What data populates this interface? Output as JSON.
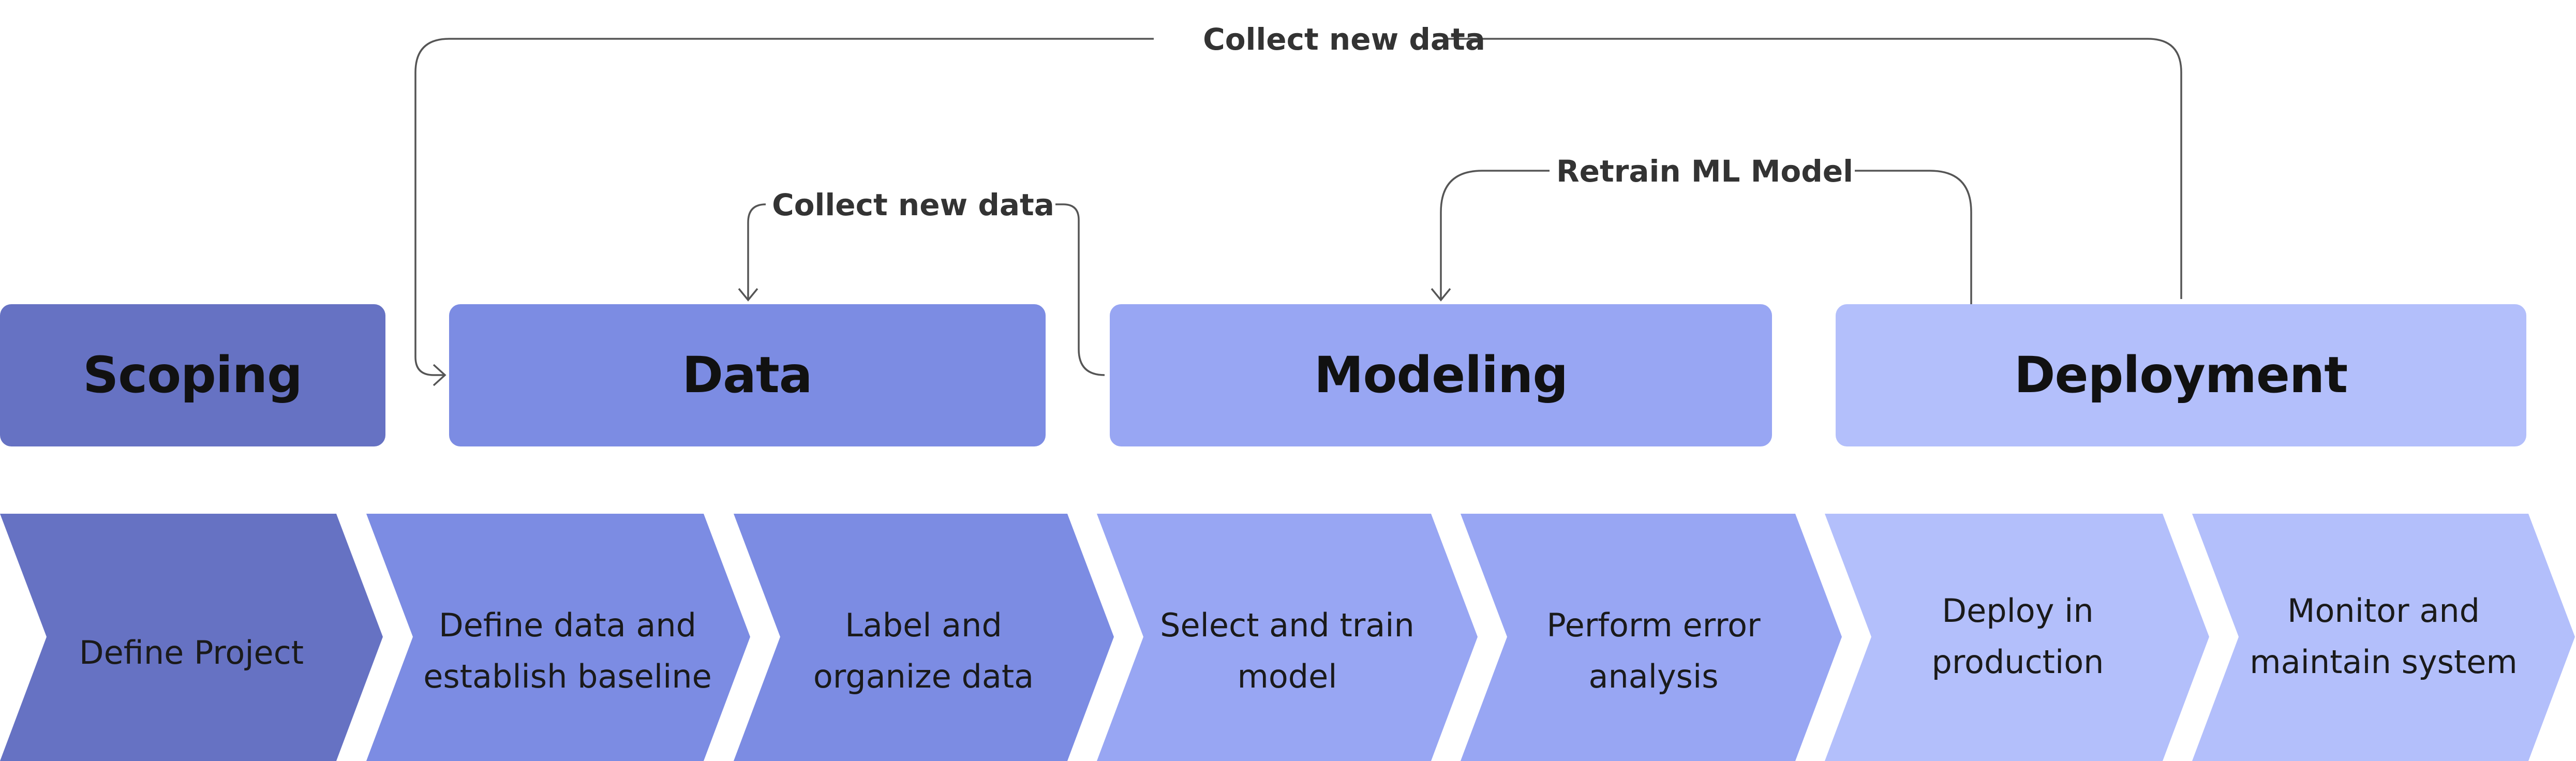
{
  "phases": [
    {
      "id": "scoping",
      "label": "Scoping",
      "color": "#6672c3"
    },
    {
      "id": "data",
      "label": "Data",
      "color": "#7c8ce3"
    },
    {
      "id": "modeling",
      "label": "Modeling",
      "color": "#98a6f3"
    },
    {
      "id": "deployment",
      "label": "Deployment",
      "color": "#b3bffb"
    }
  ],
  "loops": {
    "outer": {
      "label": "Collect new data"
    },
    "inner": {
      "label": "Collect new data"
    },
    "retrain": {
      "label": "Retrain ML Model"
    }
  },
  "steps": [
    {
      "lines": [
        "Define Project"
      ],
      "color": "#6672c3"
    },
    {
      "lines": [
        "Define data and",
        "establish baseline"
      ],
      "color": "#7c8ce3"
    },
    {
      "lines": [
        "Label and",
        "organize data"
      ],
      "color": "#7c8ce3"
    },
    {
      "lines": [
        "Select and train",
        "model"
      ],
      "color": "#98a6f3"
    },
    {
      "lines": [
        "Perform error",
        "analysis"
      ],
      "color": "#98a6f3"
    },
    {
      "lines": [
        "Deploy in",
        "production"
      ],
      "color": "#b3bffb"
    },
    {
      "lines": [
        "Monitor and",
        "maintain system"
      ],
      "color": "#b3bffb"
    }
  ],
  "line_color": "#555555"
}
